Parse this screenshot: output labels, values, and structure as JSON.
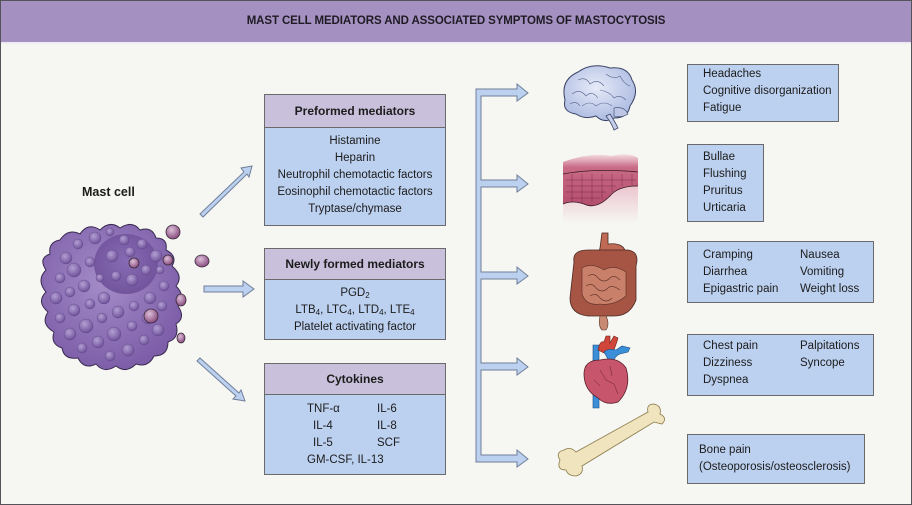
{
  "header": {
    "title": "MAST CELL MEDIATORS AND ASSOCIATED SYMPTOMS OF MASTOCYTOSIS"
  },
  "mast_cell": {
    "label": "Mast cell"
  },
  "colors": {
    "header_bg": "#a491c1",
    "box_fill": "#bcd0ef",
    "box_header_fill": "#c9c1dc",
    "arrow_fill": "#bcd0ef",
    "cell_purple": "#8a6bb0",
    "background": "#f6f6f2"
  },
  "mediators": [
    {
      "title": "Preformed mediators",
      "items": [
        "Histamine",
        "Heparin",
        "Neutrophil chemotactic factors",
        "Eosinophil chemotactic factors",
        "Tryptase/chymase"
      ]
    },
    {
      "title": "Newly formed mediators",
      "items": [
        {
          "base": "PGD",
          "sub": "2"
        },
        {
          "parts": [
            [
              "LTB",
              "4"
            ],
            [
              "LTC",
              "4"
            ],
            [
              "LTD",
              "4"
            ],
            [
              "LTE",
              "4"
            ]
          ]
        },
        "Platelet activating factor"
      ]
    },
    {
      "title": "Cytokines",
      "col1": [
        "TNF-α",
        "IL-4",
        "IL-5"
      ],
      "col2": [
        "IL-6",
        "IL-8",
        "SCF"
      ],
      "last": "GM-CSF, IL-13"
    }
  ],
  "organs": [
    {
      "name": "brain",
      "icon": "brain-icon"
    },
    {
      "name": "skin",
      "icon": "skin-icon"
    },
    {
      "name": "gastrointestinal",
      "icon": "gut-icon"
    },
    {
      "name": "heart",
      "icon": "heart-icon"
    },
    {
      "name": "bone",
      "icon": "bone-icon"
    }
  ],
  "symptoms": {
    "neuro": [
      "Headaches",
      "Cognitive disorganization",
      "Fatigue"
    ],
    "skin": [
      "Bullae",
      "Flushing",
      "Pruritus",
      "Urticaria"
    ],
    "gi": {
      "col1": [
        "Cramping",
        "Diarrhea",
        "Epigastric pain"
      ],
      "col2": [
        "Nausea",
        "Vomiting",
        "Weight loss"
      ]
    },
    "cardio": {
      "col1": [
        "Chest pain",
        "Dizziness",
        "Dyspnea"
      ],
      "col2": [
        "Palpitations",
        "Syncope"
      ]
    },
    "bone": [
      "Bone pain",
      "(Osteoporosis/osteosclerosis)"
    ]
  }
}
